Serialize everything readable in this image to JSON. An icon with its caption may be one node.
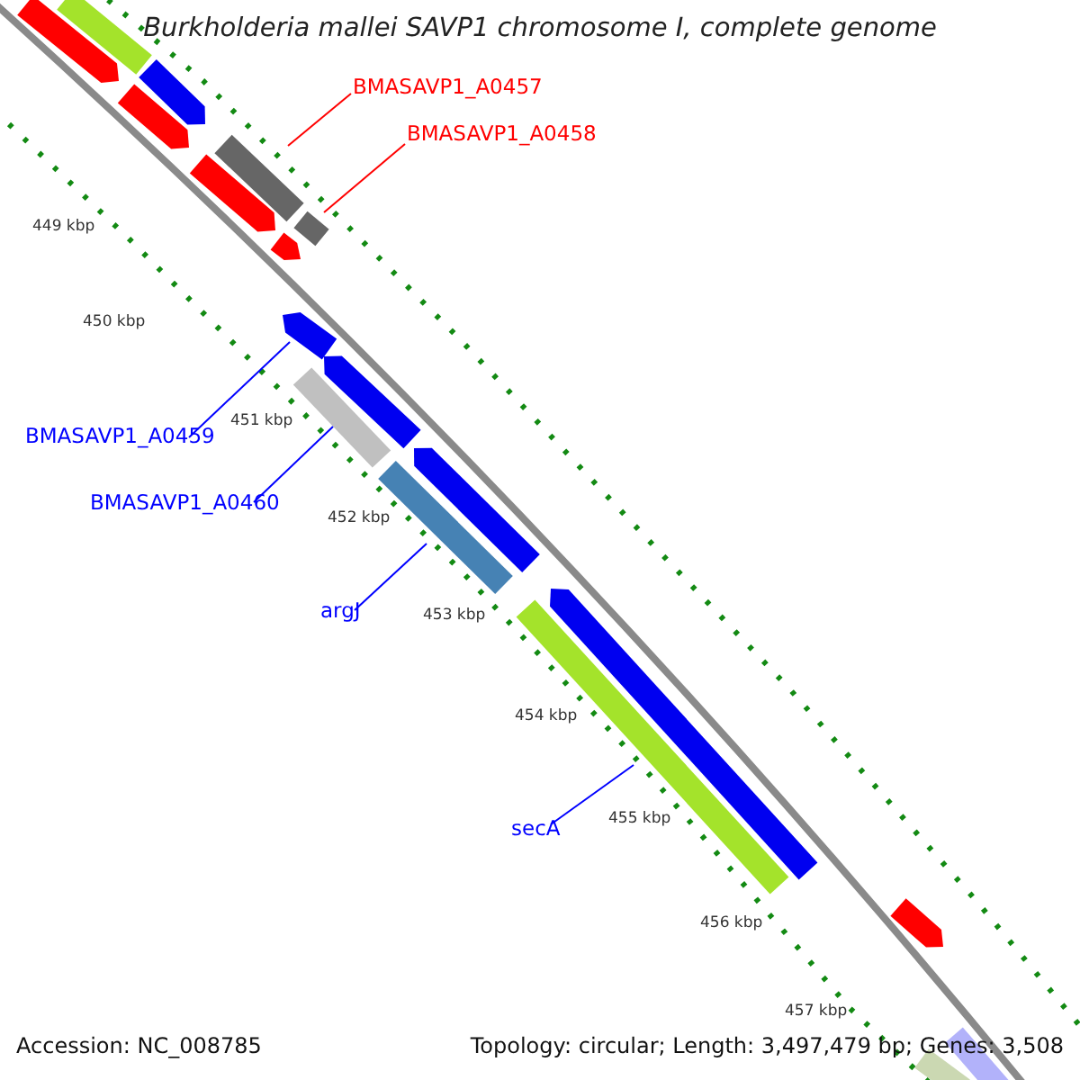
{
  "diagram": {
    "title": "Burkholderia mallei SAVP1 chromosome I, complete genome",
    "nodes": [
      {
        "text": [
          "BMASAVP1_A0457"
        ]
      },
      {
        "text": [],
        "shape": "bar"
      },
      {
        "text": [
          "BMASAVP1_A0458"
        ]
      },
      {
        "text": [],
        "shape": "bar"
      },
      {
        "text": [
          "BMASAVP1_A0459"
        ]
      },
      {
        "text": [],
        "shape": "bar"
      },
      {
        "text": [
          "BMASAVP1_A0460"
        ]
      },
      {
        "text": [],
        "shape": "bar"
      },
      {
        "text": [
          "argJ"
        ]
      },
      {
        "text": [],
        "shape": "bar"
      },
      {
        "text": [
          "secA"
        ]
      },
      {
        "text": [],
        "shape": "bar"
      }
    ],
    "edges": [
      {
        "from": 0,
        "to": 1,
        "arrow": "none",
        "color": "#ff0000"
      },
      {
        "from": 2,
        "to": 3,
        "arrow": "none",
        "color": "#ff0000"
      },
      {
        "from": 4,
        "to": 5,
        "arrow": "none"
      },
      {
        "from": 6,
        "to": 7,
        "arrow": "none"
      },
      {
        "from": 8,
        "to": 9,
        "arrow": "none"
      },
      {
        "from": 10,
        "to": 11,
        "arrow": "none"
      }
    ],
    "labels": [
      "449 kbp",
      "450 kbp",
      "451 kbp",
      "452 kbp",
      "453 kbp",
      "454 kbp",
      "455 kbp",
      "456 kbp",
      "457 kbp",
      "Accession: NC_008785",
      "Topology: circular; Length: 3,497,479 bp; Genes: 3,508"
    ]
  }
}
